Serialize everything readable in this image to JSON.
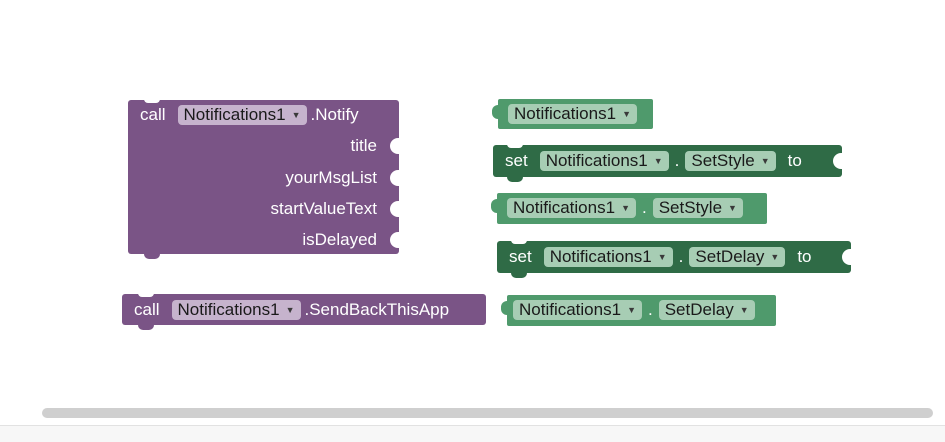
{
  "blocks": {
    "notify": {
      "call_label": "call",
      "component": "Notifications1",
      "method": ".Notify",
      "params": [
        "title",
        "yourMsgList",
        "startValueText",
        "isDelayed"
      ]
    },
    "send_back": {
      "call_label": "call",
      "component": "Notifications1",
      "method": ".SendBackThisApp"
    },
    "component_getter": {
      "component": "Notifications1"
    },
    "set_style_setter": {
      "set_label": "set",
      "component": "Notifications1",
      "dot": ".",
      "property": "SetStyle",
      "to_label": "to"
    },
    "set_style_getter": {
      "component": "Notifications1",
      "dot": ".",
      "property": "SetStyle"
    },
    "set_delay_setter": {
      "set_label": "set",
      "component": "Notifications1",
      "dot": ".",
      "property": "SetDelay",
      "to_label": "to"
    },
    "set_delay_getter": {
      "component": "Notifications1",
      "dot": ".",
      "property": "SetDelay"
    }
  },
  "colors": {
    "procedure_purple": "#7a5486",
    "setter_green": "#2f6b46",
    "getter_green": "#4f9a6c"
  },
  "icons": {
    "dropdown": "triangle-down-icon"
  }
}
